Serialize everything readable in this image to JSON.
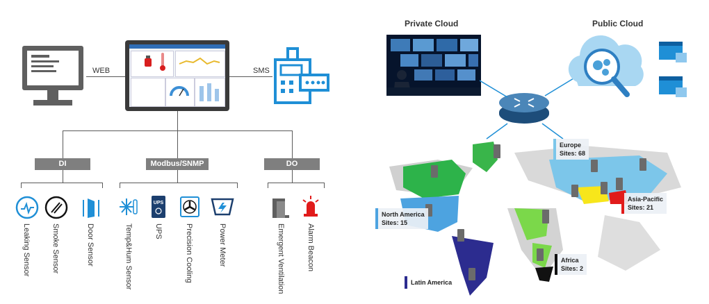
{
  "links": {
    "web": "WEB",
    "sms": "SMS"
  },
  "groups": [
    {
      "label": "DI",
      "devices": [
        "Leaking Sensor",
        "Smoke Sensor",
        "Door Sensor"
      ]
    },
    {
      "label": "Modbus/SNMP",
      "devices": [
        "Temp&Hum Sensor",
        "UPS",
        "Precision Cooling",
        "Power Meter"
      ]
    },
    {
      "label": "DO",
      "devices": [
        "Emergent Ventilation",
        "Alarm Beacon"
      ]
    }
  ],
  "icons": {
    "di": [
      "leak-icon",
      "smoke-icon",
      "door-icon"
    ],
    "modbus": [
      "thermometer-snowflake-icon",
      "ups-icon",
      "fan-icon",
      "meter-icon"
    ],
    "do": [
      "ventilation-door-icon",
      "alarm-beacon-icon"
    ]
  },
  "clouds": {
    "private": "Private Cloud",
    "public": "Public Cloud"
  },
  "regions": {
    "europe": {
      "name": "Europe",
      "sites": "Sites: 68"
    },
    "asia": {
      "name": "Asia-Pacific",
      "sites": "Sites: 21"
    },
    "north_america": {
      "name": "North America",
      "sites": "Sites: 15"
    },
    "africa": {
      "name": "Africa",
      "sites": "Sites: 2"
    },
    "latin_america": {
      "name": "Latin America"
    }
  },
  "colors": {
    "accent_blue": "#1f8fd6",
    "label_gray": "#7f7f7f",
    "europe": "#7cc6ea",
    "na_green": "#2db34a",
    "na_blue": "#4da3e0",
    "asia_yellow": "#f7e61b",
    "asia_red": "#e11b1b",
    "latin": "#2c2c8f",
    "africa_green": "#7bd84a"
  }
}
